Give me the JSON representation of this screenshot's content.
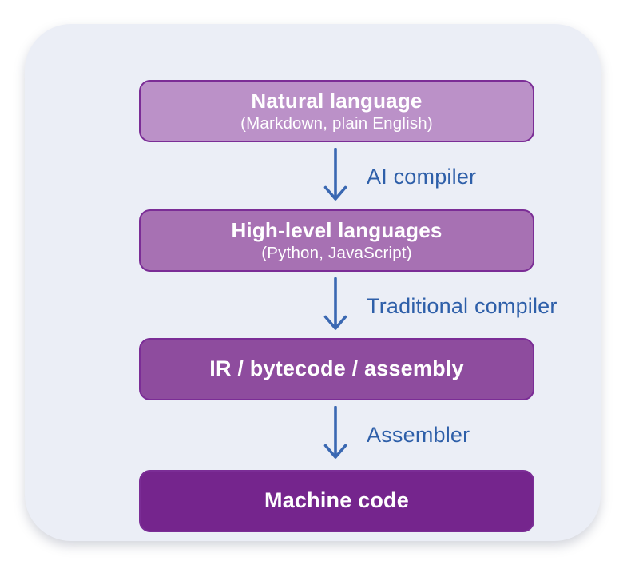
{
  "diagram": {
    "card_background": "#ebeef6",
    "box_border_color": "#7b2d96",
    "box_text_color": "#ffffff",
    "arrow_color": "#3a68b2",
    "label_color": "#2e5fa9",
    "stages": [
      {
        "title": "Natural language",
        "subtitle": "(Markdown, plain English)",
        "fill": "#bb91c8"
      },
      {
        "title": "High-level languages",
        "subtitle": "(Python, JavaScript)",
        "fill": "#a771b3"
      },
      {
        "title": "IR / bytecode / assembly",
        "fill": "#8e4c9e"
      },
      {
        "title": "Machine code",
        "fill": "#75258d"
      }
    ],
    "transitions": [
      {
        "label": "AI compiler"
      },
      {
        "label": "Traditional compiler"
      },
      {
        "label": "Assembler"
      }
    ]
  }
}
